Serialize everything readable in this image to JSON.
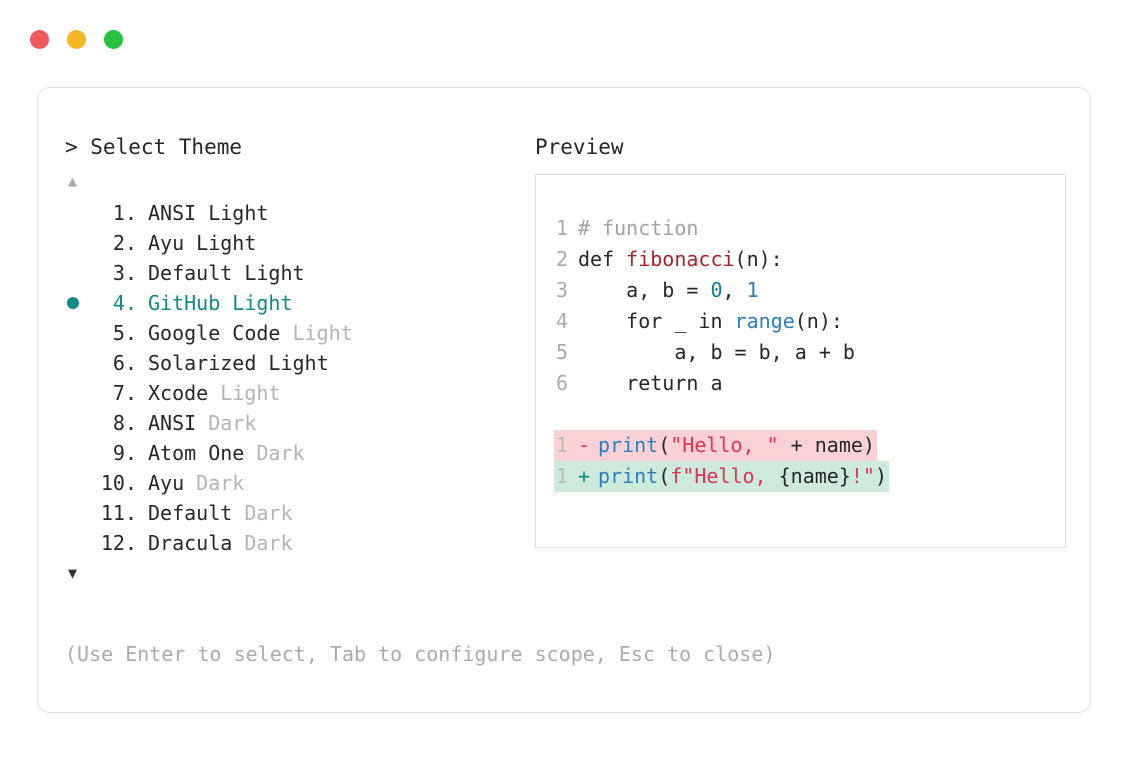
{
  "window": {
    "dots": [
      {
        "name": "close-dot",
        "color": "#f1585b"
      },
      {
        "name": "minimize-dot",
        "color": "#f5b525"
      },
      {
        "name": "maximize-dot",
        "color": "#27c33f"
      }
    ]
  },
  "panel": {
    "prompt": "> Select Theme",
    "scroll_up": "▲",
    "scroll_down": "▼",
    "selected_index": 4,
    "accent_color": "#0f8a84",
    "themes": [
      {
        "num": " 1.",
        "name": "ANSI",
        "variant": "Light",
        "variant_dim": false
      },
      {
        "num": " 2.",
        "name": "Ayu",
        "variant": "Light",
        "variant_dim": false
      },
      {
        "num": " 3.",
        "name": "Default",
        "variant": "Light",
        "variant_dim": false
      },
      {
        "num": " 4.",
        "name": "GitHub",
        "variant": "Light",
        "variant_dim": false
      },
      {
        "num": " 5.",
        "name": "Google Code",
        "variant": "Light",
        "variant_dim": true
      },
      {
        "num": " 6.",
        "name": "Solarized",
        "variant": "Light",
        "variant_dim": false
      },
      {
        "num": " 7.",
        "name": "Xcode",
        "variant": "Light",
        "variant_dim": true
      },
      {
        "num": " 8.",
        "name": "ANSI",
        "variant": "Dark",
        "variant_dim": true
      },
      {
        "num": " 9.",
        "name": "Atom One",
        "variant": "Dark",
        "variant_dim": true
      },
      {
        "num": "10.",
        "name": "Ayu",
        "variant": "Dark",
        "variant_dim": true
      },
      {
        "num": "11.",
        "name": "Default",
        "variant": "Dark",
        "variant_dim": true
      },
      {
        "num": "12.",
        "name": "Dracula",
        "variant": "Dark",
        "variant_dim": true
      }
    ],
    "hint": "(Use Enter to select, Tab to configure scope, Esc to close)"
  },
  "preview": {
    "title": "Preview",
    "code_lines": [
      {
        "ln": "1",
        "tokens": [
          {
            "t": "# function",
            "c": "tok-comment"
          }
        ]
      },
      {
        "ln": "2",
        "tokens": [
          {
            "t": "def ",
            "c": "tok-kw"
          },
          {
            "t": "fibonacci",
            "c": "tok-fn"
          },
          {
            "t": "(n):",
            "c": "tok-plain"
          }
        ]
      },
      {
        "ln": "3",
        "tokens": [
          {
            "t": "    a, b = ",
            "c": "tok-plain"
          },
          {
            "t": "0",
            "c": "tok-num"
          },
          {
            "t": ", ",
            "c": "tok-plain"
          },
          {
            "t": "1",
            "c": "tok-num2"
          }
        ]
      },
      {
        "ln": "4",
        "tokens": [
          {
            "t": "    for _ in ",
            "c": "tok-plain"
          },
          {
            "t": "range",
            "c": "tok-builtin"
          },
          {
            "t": "(n):",
            "c": "tok-plain"
          }
        ]
      },
      {
        "ln": "5",
        "tokens": [
          {
            "t": "        a, b = b, a + b",
            "c": "tok-plain"
          }
        ]
      },
      {
        "ln": "6",
        "tokens": [
          {
            "t": "    return a",
            "c": "tok-plain"
          }
        ]
      }
    ],
    "diff_lines": [
      {
        "kind": "del",
        "ln": "1",
        "marker": "-",
        "tokens": [
          {
            "t": "print",
            "c": "tok-builtin"
          },
          {
            "t": "(",
            "c": "tok-plain"
          },
          {
            "t": "\"Hello, \"",
            "c": "tok-str"
          },
          {
            "t": " + name)",
            "c": "tok-plain"
          }
        ]
      },
      {
        "kind": "add",
        "ln": "1",
        "marker": "+",
        "tokens": [
          {
            "t": "print",
            "c": "tok-builtin"
          },
          {
            "t": "(",
            "c": "tok-plain"
          },
          {
            "t": "f\"Hello, ",
            "c": "tok-str"
          },
          {
            "t": "{name}",
            "c": "tok-plain"
          },
          {
            "t": "!\"",
            "c": "tok-str"
          },
          {
            "t": ")",
            "c": "tok-plain"
          }
        ]
      }
    ],
    "diff_bg_del": "#fad2d6",
    "diff_bg_add": "#cdeadc"
  }
}
